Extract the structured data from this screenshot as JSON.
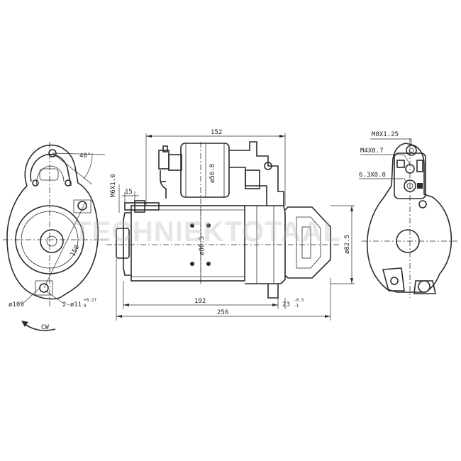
{
  "watermark": "TECHNIEKTOTAAL",
  "front_view": {
    "angle": "40°",
    "bolt_circle": "150",
    "flange_diameter": "ø105",
    "holes": "2-ø11",
    "holes_tol_upper": "+0.27",
    "holes_tol_lower": "0",
    "rotation": "CW"
  },
  "side_view": {
    "top_length": "152",
    "solenoid_diameter": "ø56.8",
    "thread": "M6X1.0",
    "terminal_length": "15",
    "body_diameter": "ø86.5",
    "nose_diameter": "ø82.5",
    "mount_length": "192",
    "total_length": "256",
    "flange_thickness": "23",
    "flange_tol_upper": "-0.5",
    "flange_tol_lower": "-1"
  },
  "rear_view": {
    "main_terminal": "M8X1.25",
    "small_terminal": "M4X0.7",
    "spade": "6.3X0.8"
  }
}
